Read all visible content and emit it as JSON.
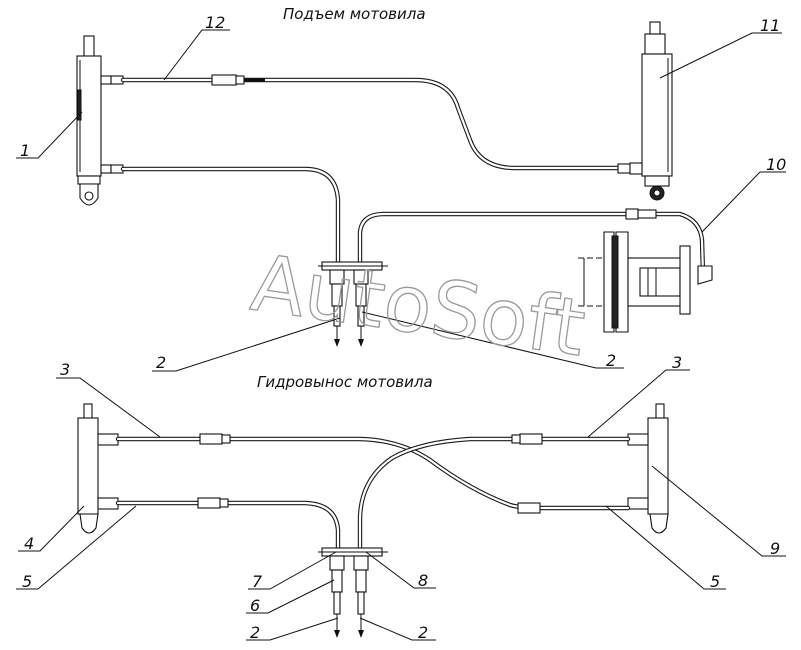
{
  "titles": {
    "top": "Подъем мотовила",
    "bottom": "Гидровынос мотовила"
  },
  "watermark": "AutoSoft",
  "callouts": {
    "c1": "1",
    "c12": "12",
    "c11": "11",
    "c10": "10",
    "c2a": "2",
    "c2b": "2",
    "c3a": "3",
    "c3b": "3",
    "c4": "4",
    "c5a": "5",
    "c5b": "5",
    "c9": "9",
    "c7": "7",
    "c8": "8",
    "c6": "6",
    "c2c": "2",
    "c2d": "2"
  }
}
